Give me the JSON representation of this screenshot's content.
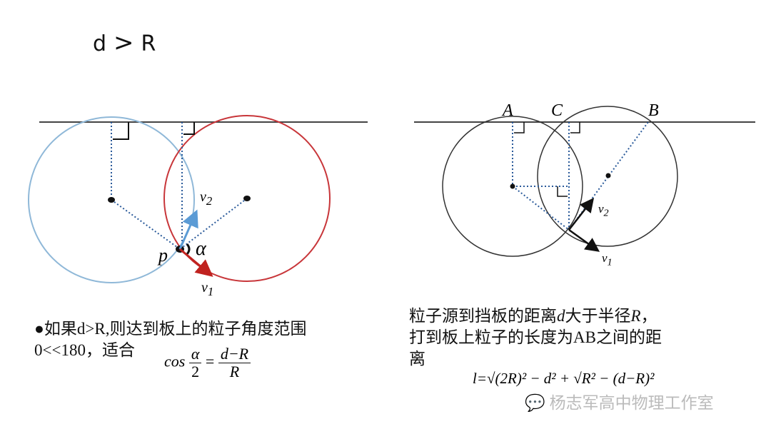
{
  "title": {
    "left": "d",
    "op": ">",
    "right": "R"
  },
  "left_diagram": {
    "labels": {
      "p": "p",
      "alpha": "α",
      "v1": "v",
      "v1_sub": "1",
      "v2": "v",
      "v2_sub": "2"
    },
    "colors": {
      "blue": "#8fb8d8",
      "red": "#c8363a",
      "arrow_blue": "#5b9bd5",
      "arrow_red": "#c0221f"
    }
  },
  "right_diagram": {
    "labels": {
      "A": "A",
      "B": "B",
      "C": "C",
      "v1": "v",
      "v1_sub": "1",
      "v2": "v",
      "v2_sub": "2"
    }
  },
  "left_text": {
    "line1": "●如果d>R,则达到板上的粒子角度范围",
    "line2": "0<<180，适合",
    "formula": {
      "cos": "cos",
      "num": "α",
      "den": "2",
      "eq": "=",
      "rnum": "d−R",
      "rden": "R"
    }
  },
  "right_text": {
    "line1": "粒子源到挡板的距离",
    "d": "d",
    "line1b": "大于半径",
    "R": "R",
    "line1c": "，",
    "line2": "打到板上粒子的长度为AB之间的距",
    "line3": "离",
    "formula": "l=√(2R)² − d² + √R² − (d−R)²"
  },
  "watermark": "杨志军高中物理工作室"
}
